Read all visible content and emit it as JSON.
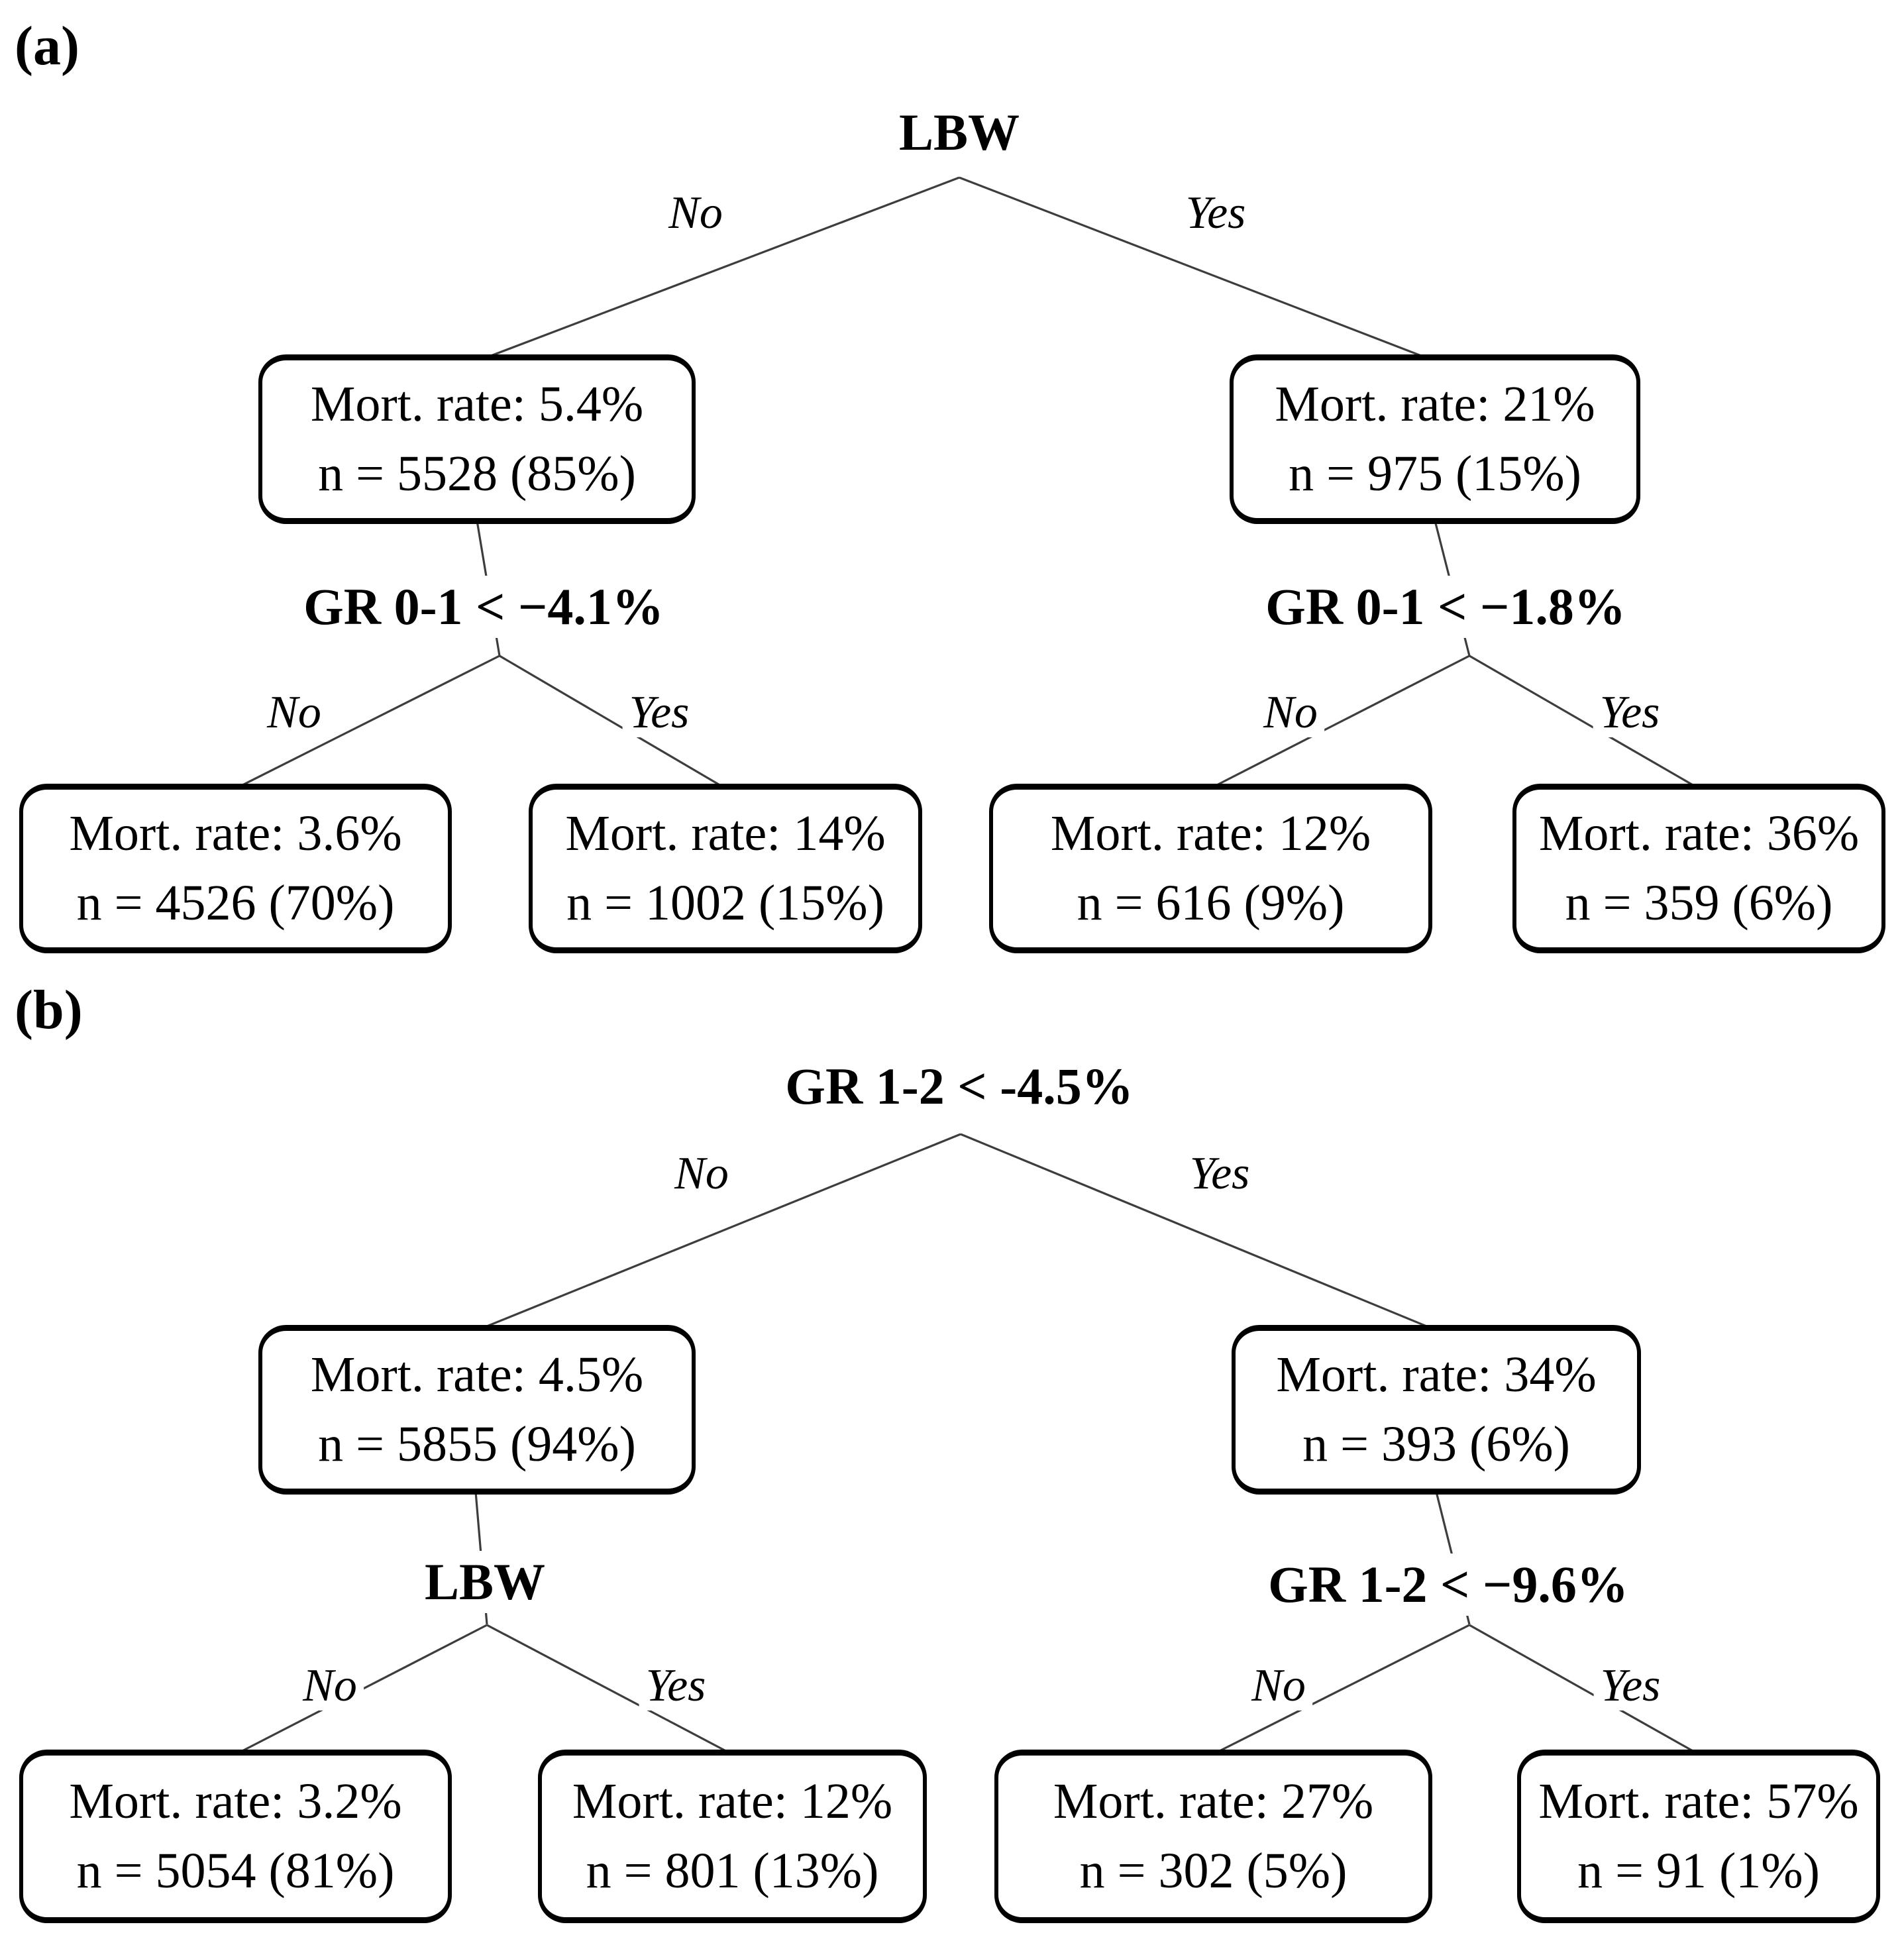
{
  "panels": [
    {
      "tag": "(a)",
      "root": {
        "label": "LBW",
        "no": "No",
        "yes": "Yes"
      },
      "left": {
        "node": {
          "rate": "Mort. rate: 5.4%",
          "n": "n = 5528 (85%)"
        },
        "split": {
          "label": "GR 0-1 < −4.1%",
          "no": "No",
          "yes": "Yes"
        },
        "leaf_no": {
          "rate": "Mort. rate: 3.6%",
          "n": "n = 4526 (70%)"
        },
        "leaf_yes": {
          "rate": "Mort. rate: 14%",
          "n": "n = 1002 (15%)"
        }
      },
      "right": {
        "node": {
          "rate": "Mort. rate: 21%",
          "n": "n = 975 (15%)"
        },
        "split": {
          "label": "GR 0-1 < −1.8%",
          "no": "No",
          "yes": "Yes"
        },
        "leaf_no": {
          "rate": "Mort. rate: 12%",
          "n": "n = 616 (9%)"
        },
        "leaf_yes": {
          "rate": "Mort. rate: 36%",
          "n": "n = 359 (6%)"
        }
      }
    },
    {
      "tag": "(b)",
      "root": {
        "label": "GR 1-2 < -4.5%",
        "no": "No",
        "yes": "Yes"
      },
      "left": {
        "node": {
          "rate": "Mort. rate: 4.5%",
          "n": "n = 5855 (94%)"
        },
        "split": {
          "label": "LBW",
          "no": "No",
          "yes": "Yes"
        },
        "leaf_no": {
          "rate": "Mort. rate: 3.2%",
          "n": "n = 5054 (81%)"
        },
        "leaf_yes": {
          "rate": "Mort. rate: 12%",
          "n": "n = 801 (13%)"
        }
      },
      "right": {
        "node": {
          "rate": "Mort. rate: 34%",
          "n": "n = 393 (6%)"
        },
        "split": {
          "label": "GR 1-2 < −9.6%",
          "no": "No",
          "yes": "Yes"
        },
        "leaf_no": {
          "rate": "Mort. rate: 27%",
          "n": "n = 302 (5%)"
        },
        "leaf_yes": {
          "rate": "Mort. rate: 57%",
          "n": "n = 91 (1%)"
        }
      }
    }
  ]
}
